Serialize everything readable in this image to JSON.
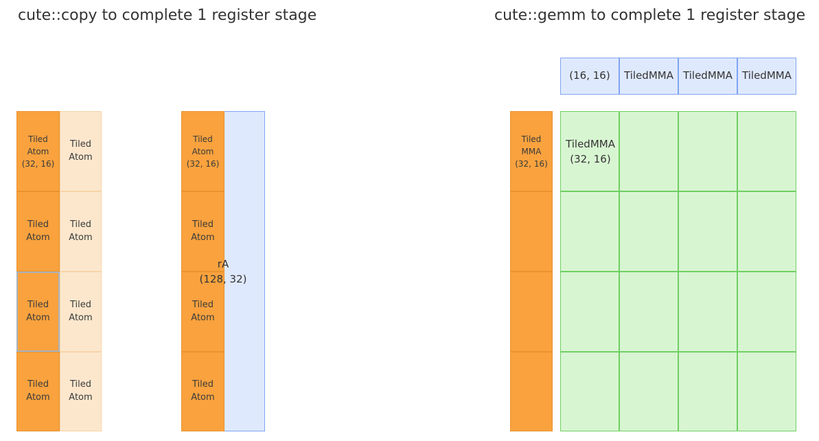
{
  "left_title": "cute::copy to complete 1 register stage",
  "right_title": "cute::gemm to complete 1 register stage",
  "copy_diagram": {
    "orange_column": [
      "Tiled\nAtom\n(32, 16)",
      "Tiled\nAtom",
      "Tiled\nAtom",
      "Tiled\nAtom"
    ],
    "light_column": [
      "Tiled\nAtom",
      "Tiled\nAtom",
      "Tiled\nAtom",
      "Tiled\nAtom"
    ],
    "register_column": [
      "Tiled\nAtom\n(32, 16)",
      "Tiled\nAtom",
      "Tiled\nAtom",
      "Tiled\nAtom"
    ],
    "register_label": "rA\n(128, 32)"
  },
  "gemm_diagram": {
    "header": [
      "(16, 16)",
      "TiledMMA",
      "TiledMMA",
      "TiledMMA"
    ],
    "a_column": [
      "Tiled\nMMA\n(32, 16)",
      "",
      "",
      ""
    ],
    "grid_first_label": "TiledMMA\n(32, 16)"
  },
  "colors": {
    "orange": "#f9a23e",
    "light_orange": "#fce7cd",
    "blue": "#dfe9fd",
    "green": "#d8f5d2"
  }
}
